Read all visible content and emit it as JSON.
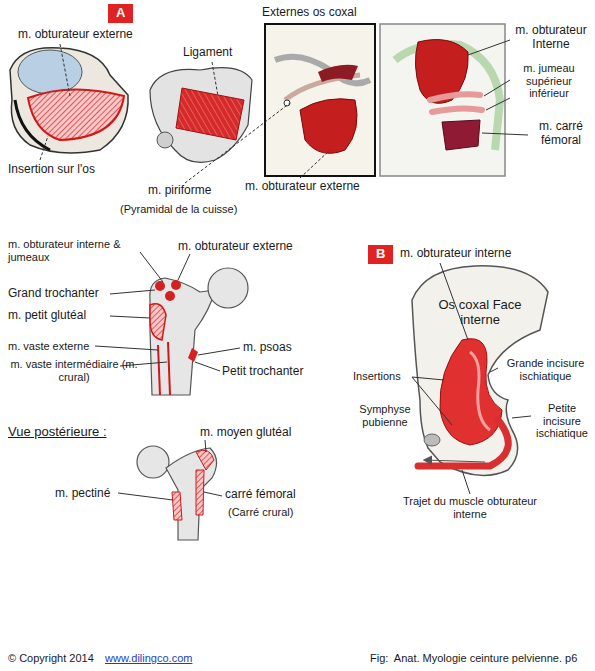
{
  "diagram": {
    "caption": "Fig:  Anat. Myologie ceinture pelvienne. p6",
    "nodes": [
      {
        "text": [
          "A"
        ]
      },
      {
        "text": [
          "B"
        ]
      }
    ],
    "labels": [
      "m. obturateur externe",
      "Ligament",
      "Insertion sur l'os",
      "Externes os coxal",
      "m. obturateur Interne",
      "m. jumeau supérieur inférieur",
      "m. carré fémoral",
      "m. piriforme",
      "(Pyramidal de la cuisse)",
      "m. obturateur externe",
      "m. obturateur interne & jumeaux",
      "m. obturateur externe",
      "Grand trochanter",
      "m. petit glutéal",
      "m. vaste externe",
      "m. psoas",
      "m. vaste intermédiaire (m. crural)",
      "Petit trochanter",
      "Vue postérieure :",
      "m. moyen glutéal",
      "m. pectiné",
      "carré fémoral",
      "(Carré crural)",
      "m. obturateur interne",
      "Os coxal Face interne",
      "Grande incisure ischiatique",
      "Insertions",
      "Symphyse pubienne",
      "Petite incisure ischiatique",
      "Trajet du muscle obturateur interne",
      "© Copyright 2014",
      "www.dilingco.com"
    ]
  }
}
